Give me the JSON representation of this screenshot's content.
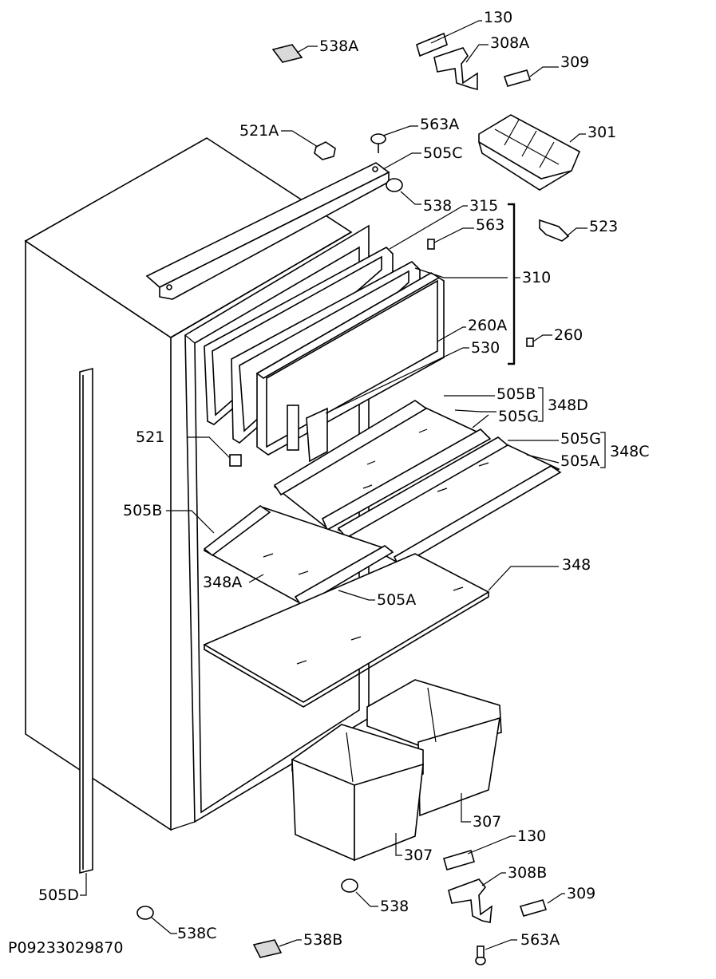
{
  "drawing_code": "P09233029870",
  "labels": {
    "l130_top": "130",
    "l308A": "308A",
    "l309_top": "309",
    "l538A": "538A",
    "l521A": "521A",
    "l563A_top": "563A",
    "l505C": "505C",
    "l301": "301",
    "l538_top": "538",
    "l315": "315",
    "l563": "563",
    "l523": "523",
    "l310": "310",
    "l260A": "260A",
    "l260": "260",
    "l530": "530",
    "l505B_r": "505B",
    "l348D": "348D",
    "l505G_r1": "505G",
    "l505G_r2": "505G",
    "l348C": "348C",
    "l505A_r": "505A",
    "l521": "521",
    "l505B_l": "505B",
    "l348": "348",
    "l348A": "348A",
    "l505A_l": "505A",
    "l307_r": "307",
    "l307_l": "307",
    "l130_bot": "130",
    "l308B": "308B",
    "l309_bot": "309",
    "l538_bot": "538",
    "l505D": "505D",
    "l538C": "538C",
    "l538B": "538B",
    "l563A_bot": "563A"
  }
}
